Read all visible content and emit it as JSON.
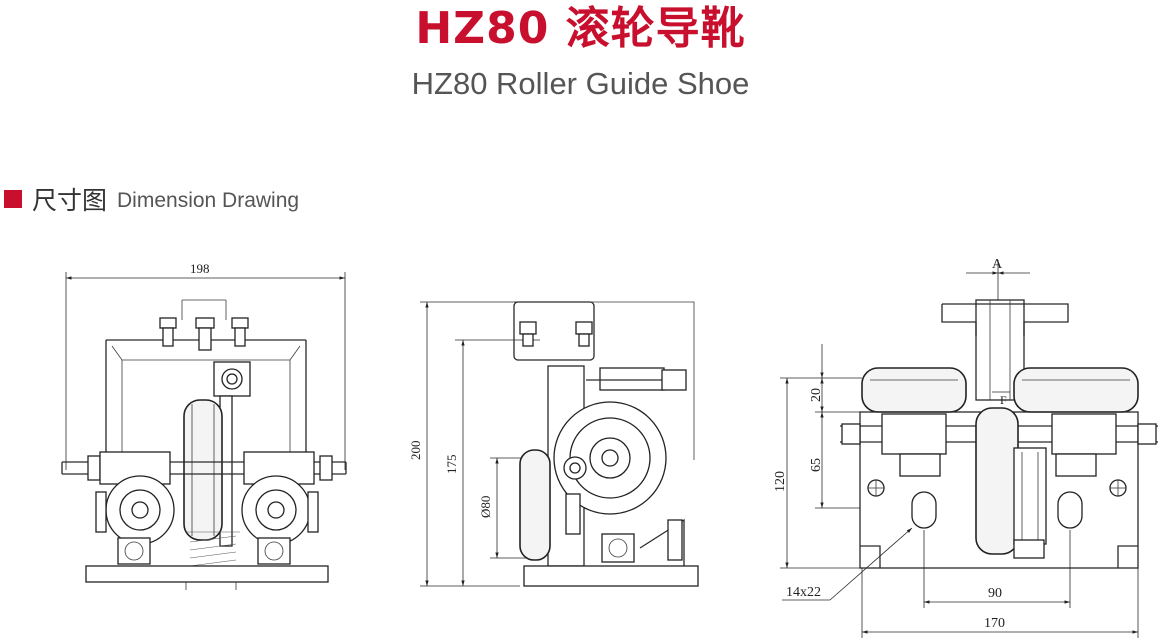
{
  "header": {
    "title_cn": "HZ80 滚轮导靴",
    "title_en": "HZ80 Roller Guide Shoe"
  },
  "section": {
    "label_cn": "尺寸图",
    "label_en": "Dimension Drawing",
    "accent_color": "#c8102e"
  },
  "views": {
    "front": {
      "width_label": "198"
    },
    "side": {
      "height_200": "200",
      "height_175": "175",
      "diameter": "Ø80"
    },
    "top": {
      "a_label": "A",
      "f_label": "F",
      "dim_20": "20",
      "dim_65": "65",
      "dim_120": "120",
      "slot": "14x22",
      "dim_90": "90",
      "dim_170": "170"
    }
  }
}
